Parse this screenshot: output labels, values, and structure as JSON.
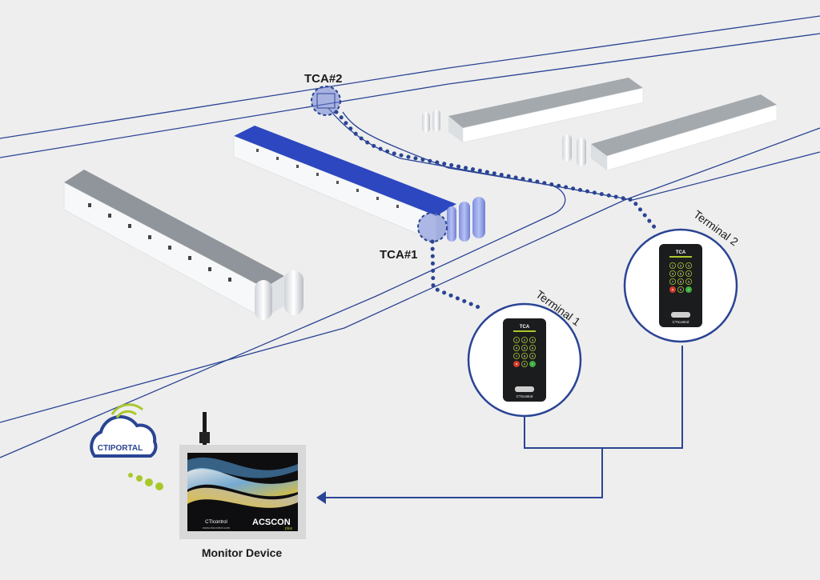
{
  "labels": {
    "tca2": "TCA#2",
    "tca1": "TCA#1",
    "terminal1": "Terminal 1",
    "terminal2": "Terminal 2",
    "monitor": "Monitor Device"
  },
  "cloud": {
    "text": "CTIPORTAL"
  },
  "terminal_face": {
    "header": "TCA",
    "keys": [
      "1",
      "2",
      "3",
      "4",
      "5",
      "6",
      "7",
      "8",
      "9",
      "✕",
      "0",
      "✓"
    ],
    "brand": "CTIcontrol"
  },
  "monitor_device": {
    "brand": "CTIcontrol",
    "website": "www.cticontrol.com",
    "product": "ACSCON",
    "product_sub": "plus"
  },
  "colors": {
    "accent": "#2a4494",
    "background": "#eeeeee",
    "roof_blue": "#3b56c8",
    "roof_gray": "#9aa0a6",
    "wifi_green": "#a8c82a"
  }
}
